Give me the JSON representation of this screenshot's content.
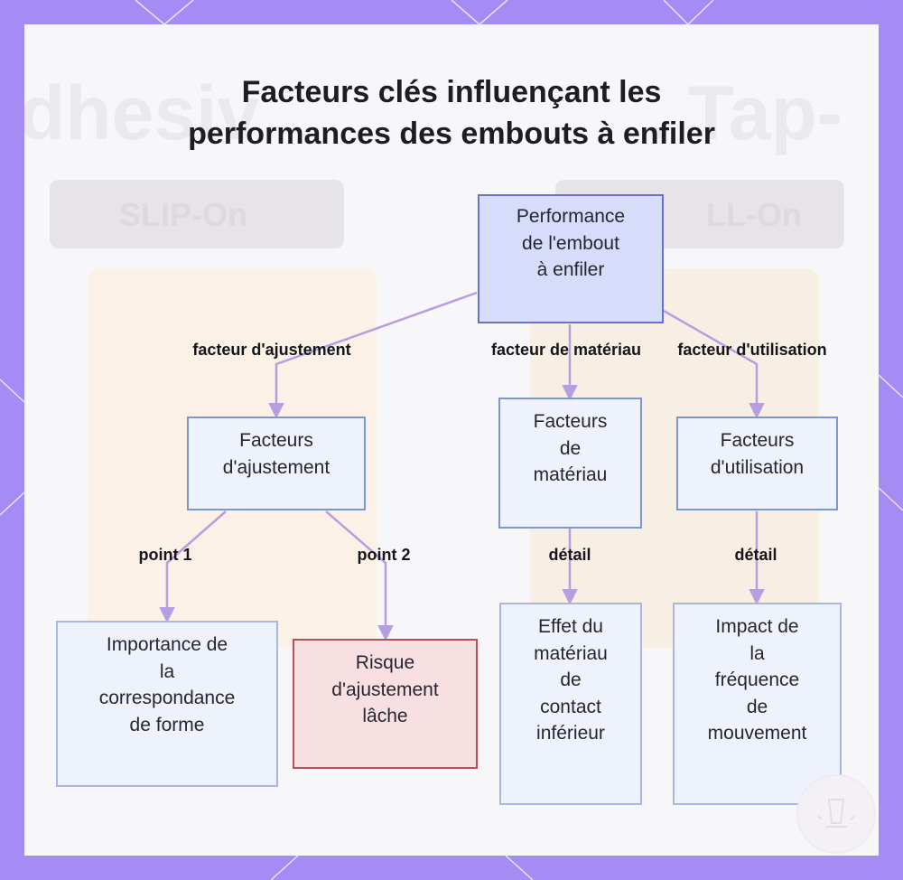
{
  "diagram": {
    "title_lines": [
      "Facteurs clés influençant les",
      "performances des embouts à enfiler"
    ],
    "nodes": {
      "root": {
        "lines": [
          "Performance",
          "de l'embout",
          "à enfiler"
        ]
      },
      "fit": {
        "lines": [
          "Facteurs",
          "d'ajustement"
        ]
      },
      "material": {
        "lines": [
          "Facteurs",
          "de",
          "matériau"
        ]
      },
      "usage": {
        "lines": [
          "Facteurs",
          "d'utilisation"
        ]
      },
      "shape": {
        "lines": [
          "Importance de",
          "la",
          "correspondance",
          "de forme"
        ]
      },
      "loose": {
        "lines": [
          "Risque",
          "d'ajustement",
          "lâche"
        ]
      },
      "contact": {
        "lines": [
          "Effet du",
          "matériau",
          "de",
          "contact",
          "inférieur"
        ]
      },
      "frequency": {
        "lines": [
          "Impact de",
          "la",
          "fréquence",
          "de",
          "mouvement"
        ]
      }
    },
    "edge_labels": {
      "fit": "facteur d'ajustement",
      "material": "facteur de matériau",
      "usage": "facteur d'utilisation",
      "point1": "point 1",
      "point2": "point 2",
      "detail_material": "détail",
      "detail_usage": "détail"
    }
  },
  "background_text": {
    "left_word": "dhesiv",
    "right_word": ". Tap-",
    "left_label": "SLIP-On",
    "right_label": "LL-On"
  },
  "colors": {
    "frame": "#a58cf5",
    "edge": "#b79ee0",
    "root_fill": "#d7dcfb",
    "root_border": "#6a72c6",
    "node_fill": "#eef2fc",
    "node_border": "#7d96cc",
    "leaf_border": "#a9b6e2",
    "risk_fill": "#f8dfe2",
    "risk_border": "#b85058"
  }
}
